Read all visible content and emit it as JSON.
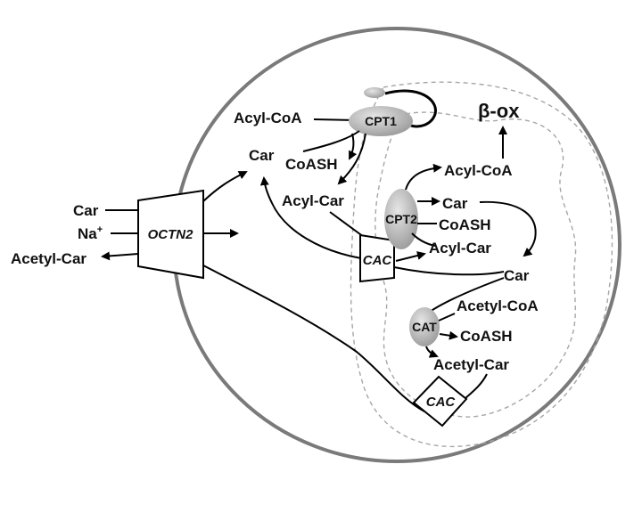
{
  "outside": {
    "car": "Car",
    "na": "Na",
    "na_sup": "+",
    "acetyl_car": "Acetyl-Car"
  },
  "transporter": "OCTN2",
  "cytosol": {
    "acyl_coa": "Acyl-CoA",
    "car": "Car",
    "coash": "CoASH",
    "acyl_car": "Acyl-Car"
  },
  "enzymes": {
    "cpt1": "CPT1",
    "cpt2": "CPT2",
    "cat": "CAT",
    "cac_upper": "CAC",
    "cac_lower": "CAC"
  },
  "matrix": {
    "beta_ox": "β-ox",
    "acyl_coa": "Acyl-CoA",
    "car_top": "Car",
    "coash_top": "CoASH",
    "acyl_car": "Acyl-Car",
    "car_mid": "Car",
    "acetyl_coa": "Acetyl-CoA",
    "coash_bottom": "CoASH",
    "acetyl_car": "Acetyl-Car"
  },
  "colors": {
    "cell_border": "#7a7a7a",
    "membrane_dashed": "#a6a6a6",
    "enzyme_fill": "#bfbfbf",
    "line": "#000000"
  }
}
